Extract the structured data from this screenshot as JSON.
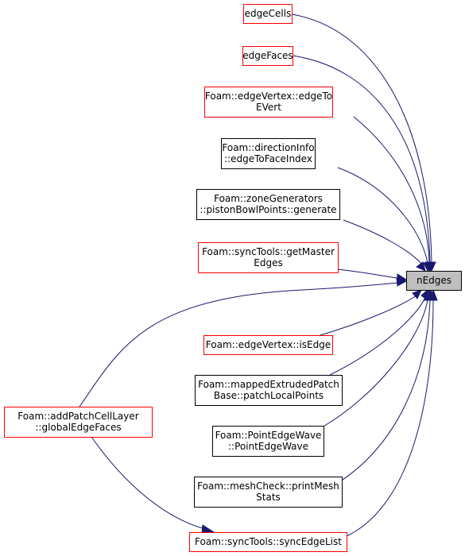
{
  "colors": {
    "edge": "#191970",
    "border_red": "#ff0000",
    "border_black": "#000000",
    "target_fill": "#bfbfbf",
    "node_fill": "#ffffff"
  },
  "target": {
    "id": "nEdges",
    "lines": [
      "nEdges"
    ]
  },
  "callers": [
    {
      "id": "edgeCells",
      "lines": [
        "edgeCells"
      ],
      "border": "red"
    },
    {
      "id": "edgeFaces",
      "lines": [
        "edgeFaces"
      ],
      "border": "red"
    },
    {
      "id": "edgeToEVert",
      "lines": [
        "Foam::edgeVertex::edgeTo",
        "EVert"
      ],
      "border": "red"
    },
    {
      "id": "edgeToFaceIndex",
      "lines": [
        "Foam::directionInfo",
        "::edgeToFaceIndex"
      ],
      "border": "black"
    },
    {
      "id": "generate",
      "lines": [
        "Foam::zoneGenerators",
        "::pistonBowlPoints::generate"
      ],
      "border": "black"
    },
    {
      "id": "getMasterEdges",
      "lines": [
        "Foam::syncTools::getMaster",
        "Edges"
      ],
      "border": "red"
    },
    {
      "id": "isEdge",
      "lines": [
        "Foam::edgeVertex::isEdge"
      ],
      "border": "red"
    },
    {
      "id": "patchLocalPoints",
      "lines": [
        "Foam::mappedExtrudedPatch",
        "Base::patchLocalPoints"
      ],
      "border": "black"
    },
    {
      "id": "PointEdgeWave",
      "lines": [
        "Foam::PointEdgeWave",
        "::PointEdgeWave"
      ],
      "border": "black"
    },
    {
      "id": "printMeshStats",
      "lines": [
        "Foam::meshCheck::printMesh",
        "Stats"
      ],
      "border": "black"
    },
    {
      "id": "syncEdgeList",
      "lines": [
        "Foam::syncTools::syncEdgeList"
      ],
      "border": "red"
    },
    {
      "id": "globalEdgeFaces",
      "lines": [
        "Foam::addPatchCellLayer",
        "::globalEdgeFaces"
      ],
      "border": "red"
    }
  ],
  "edges": [
    {
      "from": "edgeCells",
      "to": "nEdges"
    },
    {
      "from": "edgeFaces",
      "to": "nEdges"
    },
    {
      "from": "edgeToEVert",
      "to": "nEdges"
    },
    {
      "from": "edgeToFaceIndex",
      "to": "nEdges"
    },
    {
      "from": "generate",
      "to": "nEdges"
    },
    {
      "from": "getMasterEdges",
      "to": "nEdges"
    },
    {
      "from": "isEdge",
      "to": "nEdges"
    },
    {
      "from": "patchLocalPoints",
      "to": "nEdges"
    },
    {
      "from": "PointEdgeWave",
      "to": "nEdges"
    },
    {
      "from": "printMeshStats",
      "to": "nEdges"
    },
    {
      "from": "syncEdgeList",
      "to": "nEdges"
    },
    {
      "from": "globalEdgeFaces",
      "to": "nEdges"
    },
    {
      "from": "globalEdgeFaces",
      "to": "syncEdgeList"
    }
  ]
}
